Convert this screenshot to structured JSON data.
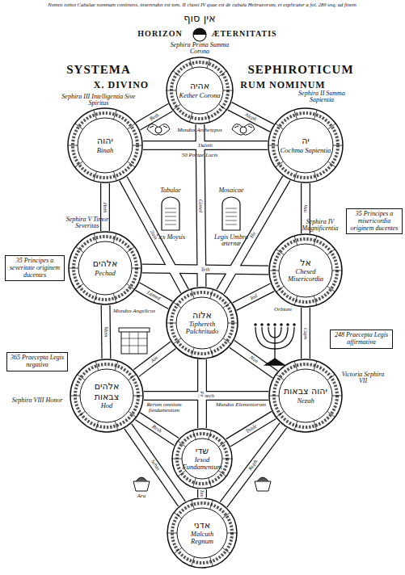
{
  "diagram": {
    "nodes": [
      {
        "text": [
          "Sephira Prima Summa Corona",
          "אהיה",
          "Kether Corona"
        ]
      },
      {
        "text": [
          "Sephira II Summa Sapientia",
          "יה",
          "Cochma Sapientia"
        ]
      },
      {
        "text": [
          "Sephira III Intelligentia Sive Spiritus",
          "יהוה",
          "Binah"
        ]
      },
      {
        "text": [
          "Sephira IV Magnificentia",
          "אל",
          "Chesed Misericordia"
        ]
      },
      {
        "text": [
          "Sephira V Timor Severitas",
          "אלהים",
          "Pechad"
        ]
      },
      {
        "text": [
          "אלוה",
          "Tiphereth Pulchritudo"
        ]
      },
      {
        "text": [
          "Victoria Sephira VII",
          "יהוה צבאות",
          "Nezah"
        ]
      },
      {
        "text": [
          "Sephira VIII Honor",
          "אלהים צבאות",
          "Hod"
        ]
      },
      {
        "text": [
          "שדי",
          "Iesod Fundamentum"
        ]
      },
      {
        "text": [
          "אדני",
          "Malcuth Regnum"
        ]
      },
      {
        "text": [
          "35 Principes a misericordia originem ducentes"
        ]
      },
      {
        "text": [
          "35 Principes a severitate originem ducentes"
        ]
      },
      {
        "text": [
          "248 Praecepta Legis affirmativa"
        ]
      },
      {
        "text": [
          "365 Praecepta Legis negativa"
        ]
      }
    ],
    "edges": [
      {
        "from": 0,
        "to": 1,
        "arrow": "none",
        "label": "Aleph"
      },
      {
        "from": 0,
        "to": 2,
        "arrow": "none",
        "label": "Beth"
      },
      {
        "from": 0,
        "to": 5,
        "arrow": "none",
        "label": "Gimel"
      },
      {
        "from": 1,
        "to": 2,
        "arrow": "none",
        "label": "Daleth"
      },
      {
        "from": 1,
        "to": 5,
        "arrow": "none",
        "label": "He"
      },
      {
        "from": 1,
        "to": 3,
        "arrow": "none",
        "label": "Vau"
      },
      {
        "from": 2,
        "to": 5,
        "arrow": "none",
        "label": "Zain"
      },
      {
        "from": 2,
        "to": 4,
        "arrow": "none",
        "label": "Heth"
      },
      {
        "from": 3,
        "to": 4,
        "arrow": "none",
        "label": "Teth"
      },
      {
        "from": 3,
        "to": 5,
        "arrow": "none",
        "label": "Iod"
      },
      {
        "from": 3,
        "to": 6,
        "arrow": "none",
        "label": "Caph"
      },
      {
        "from": 4,
        "to": 5,
        "arrow": "none",
        "label": "Lamed"
      },
      {
        "from": 4,
        "to": 7,
        "arrow": "none",
        "label": "Mem"
      },
      {
        "from": 5,
        "to": 6,
        "arrow": "none",
        "label": "Nun"
      },
      {
        "from": 6,
        "to": 7,
        "arrow": "none",
        "label": "Samech"
      },
      {
        "from": 5,
        "to": 7,
        "arrow": "none",
        "label": "Ain"
      },
      {
        "from": 5,
        "to": 8,
        "arrow": "none",
        "label": "Pe"
      },
      {
        "from": 6,
        "to": 8,
        "arrow": "none",
        "label": "Tsade"
      },
      {
        "from": 6,
        "to": 9,
        "arrow": "none",
        "label": "Koph"
      },
      {
        "from": 7,
        "to": 8,
        "arrow": "none",
        "label": "Resh"
      },
      {
        "from": 7,
        "to": 9,
        "arrow": "none",
        "label": "Schin"
      },
      {
        "from": 8,
        "to": 9,
        "arrow": "none",
        "label": "Tau"
      }
    ],
    "labels": [
      "Nomus totius Cabalae summam continens, inserendus est tom. II classi IV quae est de cabala Hebraeorum, et explicatur a fol. 289 usq. ad finem",
      "אין סוף",
      "HORIZON",
      "ÆTERNITATIS",
      "SYSTEMA",
      "SEPHIROTICUM",
      "X. DIVINO",
      "RUM NOMINUM",
      "Mundus Archetypus",
      "50 Portae Lucis",
      "Tabulae",
      "Mosaicae",
      "Lex Moysis",
      "Legis Umbra æternæ",
      "Mundus Angelicus",
      "Orbium",
      "Mundus Elementorum",
      "Rerum omnium fundamentum",
      "Ara"
    ]
  }
}
